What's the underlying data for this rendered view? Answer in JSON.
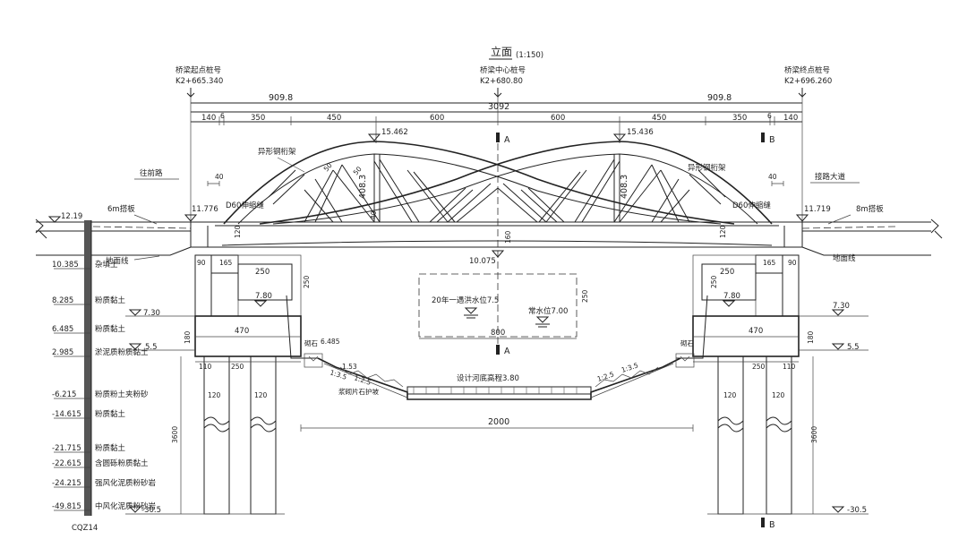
{
  "title": "立面",
  "scale": "(1:150)",
  "stations": {
    "start_label": "桥梁起点桩号",
    "start_value": "K2+665.340",
    "center_label": "桥梁中心桩号",
    "center_value": "K2+680.80",
    "end_label": "桥梁终点桩号",
    "end_value": "K2+696.260"
  },
  "dims_top": {
    "half_left": "909.8",
    "total": "3092",
    "half_right": "909.8",
    "d140": "140",
    "d6": "6",
    "d350": "350",
    "d450": "450",
    "d600": "600"
  },
  "elevations": {
    "peak_left": "15.462",
    "peak_right": "15.436",
    "deck_left": "11.776",
    "deck_right": "11.719",
    "bottom_center": "10.075",
    "ground": "12.19",
    "e730": "7.30",
    "e55": "5.5",
    "e305": "-30.5",
    "e780": "7.80"
  },
  "labels": {
    "truss_left": "异形钢桁架",
    "truss_right": "异形钢桁架",
    "cable_left": "D60伸缩缝",
    "cable_right": "D60伸缩缝",
    "approach_left": "往前路",
    "approach_right": "接路大道",
    "slab_left": "6m搭板",
    "slab_right": "8m搭板",
    "ground_left": "地面线",
    "ground_right": "地面线",
    "flood": "20年一遇洪水位7.5",
    "normal": "常水位7.00",
    "riverbed": "设计河底高程3.80",
    "section_a": "A",
    "section_b": "B",
    "d408": "408.3",
    "d40": "40",
    "d160": "160",
    "d120": "120",
    "d250": "250",
    "d470": "470",
    "d180": "180",
    "d110": "110",
    "d165": "165",
    "d90": "90",
    "d3600": "3600",
    "d800": "800",
    "d2000": "2000",
    "d1320": "1:3.5",
    "d1325": "1:2.5",
    "d50": "50",
    "e6485": "6.485",
    "d153": "1.53",
    "river_note": "浆砌片石护坡",
    "dry_stone": "砌石"
  },
  "soil": [
    {
      "elev": "10.385",
      "name": "杂填土"
    },
    {
      "elev": "8.285",
      "name": "粉质黏土"
    },
    {
      "elev": "6.485",
      "name": "粉质黏土"
    },
    {
      "elev": "2.985",
      "name": "淤泥质粉质黏土"
    },
    {
      "elev": "-6.215",
      "name": "粉质粉土夹粉砂"
    },
    {
      "elev": "-14.615",
      "name": "粉质黏土"
    },
    {
      "elev": "-21.715",
      "name": "粉质黏土"
    },
    {
      "elev": "-22.615",
      "name": "含圆砾粉质黏土"
    },
    {
      "elev": "-24.215",
      "name": "强风化泥质粉砂岩"
    },
    {
      "elev": "-49.815",
      "name": "中风化泥质粉砂岩"
    }
  ],
  "borehole": "CQZ14"
}
